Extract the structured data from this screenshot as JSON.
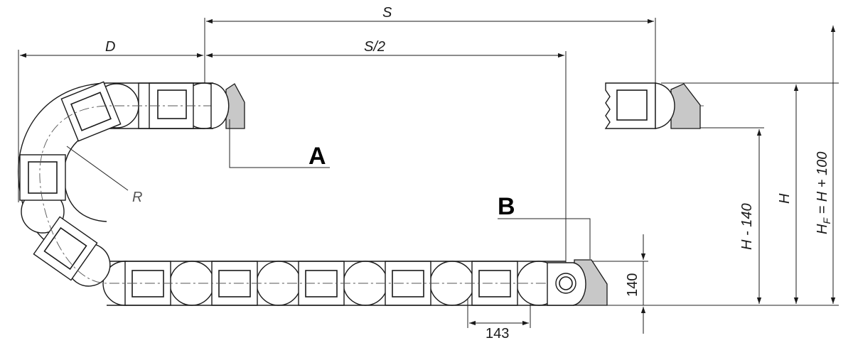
{
  "labels": {
    "s": "S",
    "s_half": "S/2",
    "d": "D",
    "r": "R",
    "a": "A",
    "b": "B",
    "h_minus": "H - 140",
    "h": "H",
    "hf_base": "H",
    "hf_sub": "F",
    "hf_rest": " = H + 100",
    "pitch": "143",
    "height": "140"
  },
  "colors": {
    "line": "#1a1a1a",
    "bracket_fill": "#c8c8c8"
  }
}
